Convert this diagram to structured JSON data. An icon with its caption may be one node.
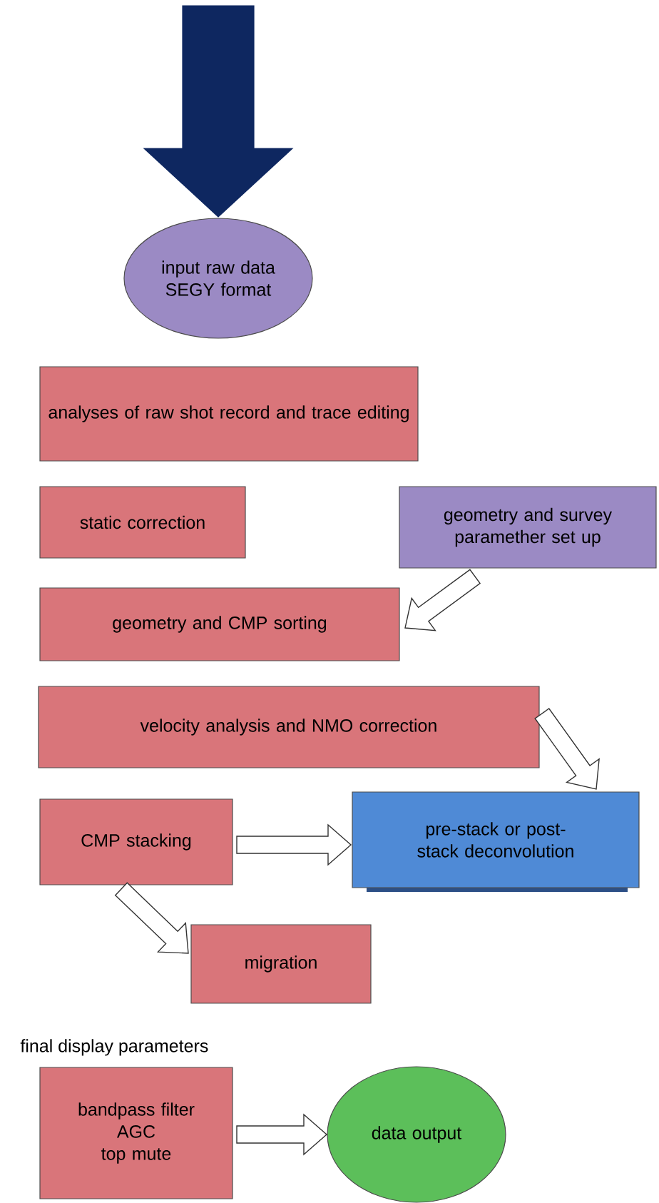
{
  "diagram": {
    "nodes": [
      {
        "text": [
          "input raw data SEGY format"
        ]
      },
      {
        "text": [
          "analyses of raw shot record and trace editing"
        ]
      },
      {
        "text": [
          "static correction"
        ]
      },
      {
        "text": [
          "geometry and survey paramether set up"
        ]
      },
      {
        "text": [
          "geometry and CMP sorting"
        ]
      },
      {
        "text": [
          "velocity analysis and NMO correction"
        ]
      },
      {
        "text": [
          "CMP stacking"
        ]
      },
      {
        "text": [
          "pre-stack or post-stack deconvolution"
        ]
      },
      {
        "text": [
          "migration"
        ]
      },
      {
        "text": [
          "final display parameters",
          "bandpass filter",
          "AGC",
          "top mute"
        ]
      },
      {
        "text": [
          "data output"
        ]
      }
    ],
    "edges": [
      {
        "from": null,
        "to": 0,
        "arrow": "to",
        "style": "thick",
        "color": "#0e2760"
      },
      {
        "from": 3,
        "to": 4,
        "arrow": "to"
      },
      {
        "from": 5,
        "to": 7,
        "arrow": "to"
      },
      {
        "from": 6,
        "to": 7,
        "arrow": "to"
      },
      {
        "from": 6,
        "to": 8,
        "arrow": "to"
      },
      {
        "from": 9,
        "to": 10,
        "arrow": "to"
      }
    ]
  }
}
